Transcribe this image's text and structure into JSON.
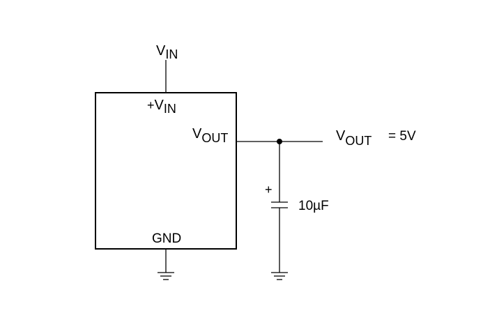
{
  "colors": {
    "line": "#000000",
    "background": "#ffffff"
  },
  "labels": {
    "vin_top": {
      "main": "V",
      "sub": "IN"
    },
    "vin_pin": {
      "prefix": "+",
      "main": "V",
      "sub": "IN"
    },
    "vout_pin": {
      "main": "V",
      "sub": "OUT"
    },
    "vout_out": {
      "main": "V",
      "sub": "OUT",
      "suffix": "= 5V"
    },
    "gnd_pin": "GND",
    "cap_polarity": "+",
    "cap_value": "10µF"
  },
  "icons": [
    "ground-symbol",
    "capacitor-symbol",
    "junction-dot"
  ]
}
